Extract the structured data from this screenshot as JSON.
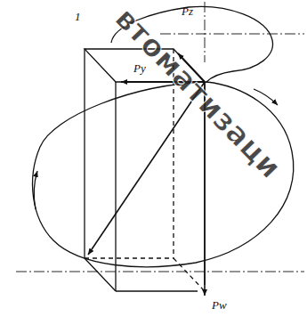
{
  "diagram": {
    "labels": [
      "1",
      "Pz",
      "Py",
      "Pw",
      "втоматизаци"
    ]
  }
}
